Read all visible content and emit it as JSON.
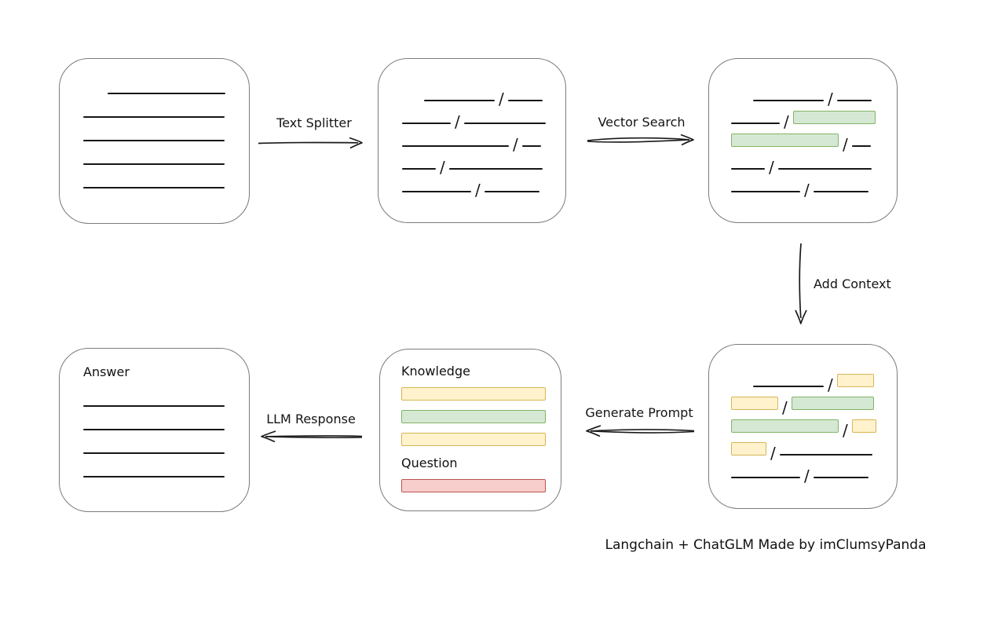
{
  "caption": "Langchain + ChatGLM Made by imClumsyPanda",
  "labels": {
    "text_splitter": "Text Splitter",
    "vector_search": "Vector Search",
    "add_context": "Add Context",
    "generate_prompt": "Generate Prompt",
    "llm_response": "LLM Response"
  },
  "colors": {
    "box_border": "#7b7b7b",
    "line": "#161616",
    "green_fill": "#d5e8d4",
    "green_border": "#82b366",
    "yellow_fill": "#fff2cc",
    "yellow_border": "#d6b656",
    "red_fill": "#f8cecc",
    "red_border": "#b85450"
  },
  "boxes": {
    "document": {
      "rows": [
        {
          "indent": 31,
          "segs": [
            {
              "t": "line",
              "w": 150
            }
          ]
        },
        {
          "segs": [
            {
              "t": "line",
              "w": 180
            }
          ]
        },
        {
          "segs": [
            {
              "t": "line",
              "w": 180
            }
          ]
        },
        {
          "segs": [
            {
              "t": "line",
              "w": 180
            }
          ]
        },
        {
          "segs": [
            {
              "t": "line",
              "w": 180
            }
          ]
        }
      ]
    },
    "chunks": {
      "rows": [
        {
          "indent": 28,
          "segs": [
            {
              "t": "line",
              "w": 90
            },
            {
              "t": "line",
              "w": 44
            }
          ]
        },
        {
          "segs": [
            {
              "t": "line",
              "w": 62
            },
            {
              "t": "line",
              "w": 104
            }
          ]
        },
        {
          "segs": [
            {
              "t": "line",
              "w": 136
            },
            {
              "t": "line",
              "w": 24
            }
          ]
        },
        {
          "segs": [
            {
              "t": "line",
              "w": 43
            },
            {
              "t": "line",
              "w": 119
            }
          ]
        },
        {
          "segs": [
            {
              "t": "line",
              "w": 88
            },
            {
              "t": "line",
              "w": 70
            }
          ]
        }
      ]
    },
    "retrieved": {
      "rows": [
        {
          "indent": 28,
          "segs": [
            {
              "t": "line",
              "w": 90
            },
            {
              "t": "line",
              "w": 44
            }
          ]
        },
        {
          "segs": [
            {
              "t": "line",
              "w": 62
            },
            {
              "t": "green",
              "w": 103
            }
          ]
        },
        {
          "segs": [
            {
              "t": "green",
              "w": 135
            },
            {
              "t": "line",
              "w": 24
            }
          ]
        },
        {
          "segs": [
            {
              "t": "line",
              "w": 43
            },
            {
              "t": "line",
              "w": 119
            }
          ]
        },
        {
          "segs": [
            {
              "t": "line",
              "w": 88
            },
            {
              "t": "line",
              "w": 70
            }
          ]
        }
      ]
    },
    "context": {
      "rows": [
        {
          "indent": 28,
          "segs": [
            {
              "t": "line",
              "w": 90
            },
            {
              "t": "yellow",
              "w": 45
            }
          ]
        },
        {
          "segs": [
            {
              "t": "yellow",
              "w": 58
            },
            {
              "t": "green",
              "w": 103
            }
          ]
        },
        {
          "segs": [
            {
              "t": "green",
              "w": 135
            },
            {
              "t": "yellow",
              "w": 29
            }
          ]
        },
        {
          "segs": [
            {
              "t": "yellow",
              "w": 43
            },
            {
              "t": "line",
              "w": 118
            }
          ]
        },
        {
          "segs": [
            {
              "t": "line",
              "w": 88
            },
            {
              "t": "line",
              "w": 70
            }
          ]
        }
      ]
    },
    "prompt": {
      "knowledge_label": "Knowledge",
      "question_label": "Question",
      "knowledge_bars": [
        "yellow",
        "green",
        "yellow"
      ],
      "question_bars": [
        "red"
      ]
    },
    "answer": {
      "label": "Answer",
      "rows": [
        {
          "segs": [
            {
              "t": "line",
              "w": 180
            }
          ]
        },
        {
          "segs": [
            {
              "t": "line",
              "w": 180
            }
          ]
        },
        {
          "segs": [
            {
              "t": "line",
              "w": 180
            }
          ]
        },
        {
          "segs": [
            {
              "t": "line",
              "w": 180
            }
          ]
        }
      ]
    }
  }
}
